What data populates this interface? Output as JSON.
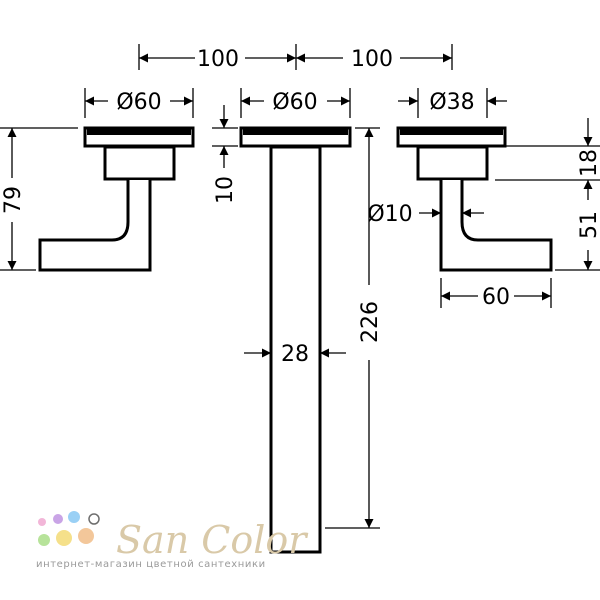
{
  "dimensions": {
    "spacing_left": "100",
    "spacing_right": "100",
    "dia_left_handle": "Ø60",
    "dia_spout": "Ø60",
    "dia_right_handle": "Ø38",
    "height_left": "79",
    "rosette_height": "10",
    "spout_length": "226",
    "spout_width": "28",
    "lever_dia": "Ø10",
    "right_top": "18",
    "right_bottom": "51",
    "lever_length": "60"
  },
  "logo": {
    "name": "San Color",
    "tagline": "интернет-магазин цветной сантехники",
    "dot_colors": [
      "#f2b6d8",
      "#c9a4e6",
      "#9ad0f5",
      "#b7e39a",
      "#f5e08a",
      "#f3c79a"
    ]
  }
}
